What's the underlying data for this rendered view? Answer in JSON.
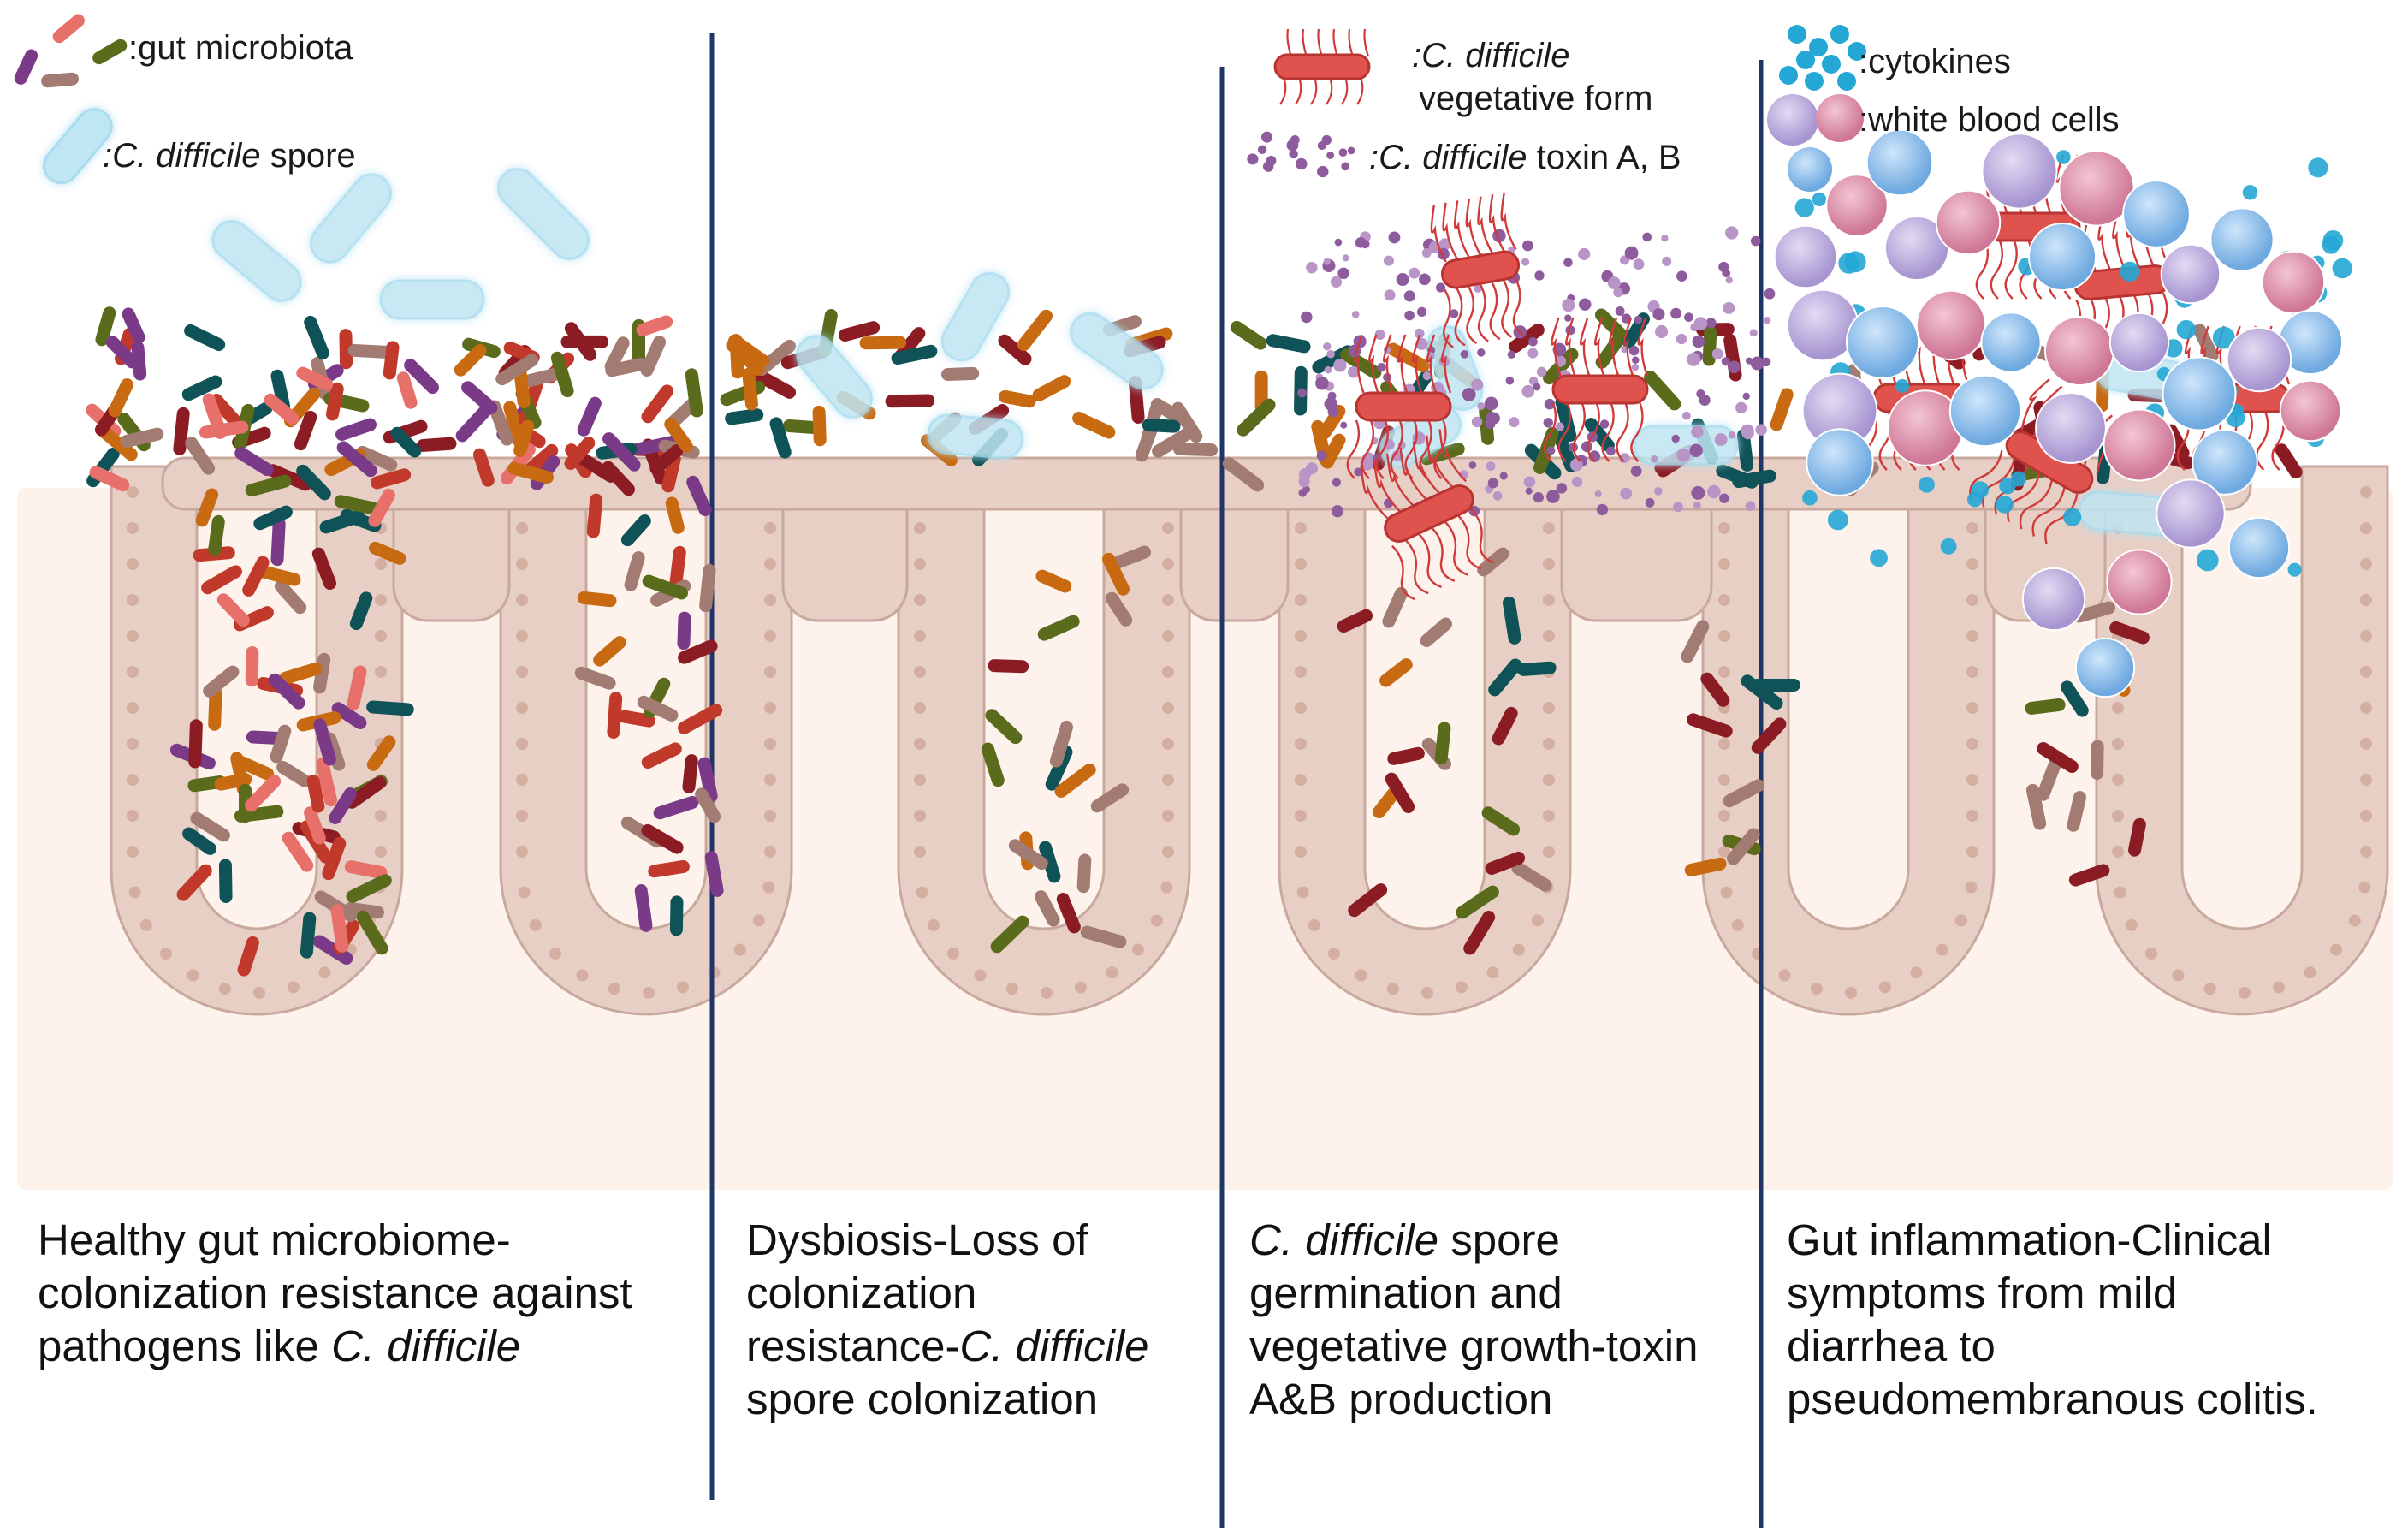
{
  "legend": {
    "gut_microbiota": ":gut microbiota",
    "spore_name": ":C. difficile",
    "spore_suffix": " spore",
    "vegetative_name": ":C. difficile",
    "vegetative_line2": "vegetative form",
    "toxin_name": ":C. difficile",
    "toxin_suffix": " toxin A, B",
    "cytokines": ":cytokines",
    "white_blood_cells": ":white blood cells"
  },
  "stages": [
    {
      "lines": [
        {
          "plain": "Healthy gut microbiome-"
        },
        {
          "plain": "colonization resistance against"
        },
        {
          "plain": "pathogens like ",
          "italic": "C. difficile"
        }
      ]
    },
    {
      "lines": [
        {
          "plain": "Dysbiosis-Loss of"
        },
        {
          "plain": "colonization"
        },
        {
          "plain": "resistance-",
          "italic": "C. difficile"
        },
        {
          "plain": "spore colonization"
        }
      ]
    },
    {
      "lines": [
        {
          "italic": "C. difficile",
          "plain_after": " spore"
        },
        {
          "plain": "germination and"
        },
        {
          "plain": "vegetative growth-toxin"
        },
        {
          "plain": "A&B production"
        }
      ]
    },
    {
      "lines": [
        {
          "plain": "Gut inflammation-Clinical"
        },
        {
          "plain": "symptoms from mild"
        },
        {
          "plain": "diarrhea to"
        },
        {
          "plain": "pseudomembranous colitis."
        }
      ]
    }
  ],
  "colors": {
    "divider": "#1f3566",
    "tissue": "#e8cfc6",
    "tissue_outline": "#c9a89d",
    "nucleus": "#d5aea2",
    "background_tissue": "#fdf3ec",
    "bacteria": [
      "#c0392b",
      "#e8706a",
      "#0f5257",
      "#5a6b1c",
      "#c76a11",
      "#a27b72",
      "#7a3a88",
      "#8b1c24"
    ],
    "spore": "#bfe6f3",
    "vegetative": "#e0524d",
    "toxin": "#8e5c9c",
    "cytokine": "#25a7d5",
    "wbc_blue": "#7fb5e6",
    "wbc_purple": "#b7a3d9",
    "wbc_pink": "#d98aa6"
  }
}
